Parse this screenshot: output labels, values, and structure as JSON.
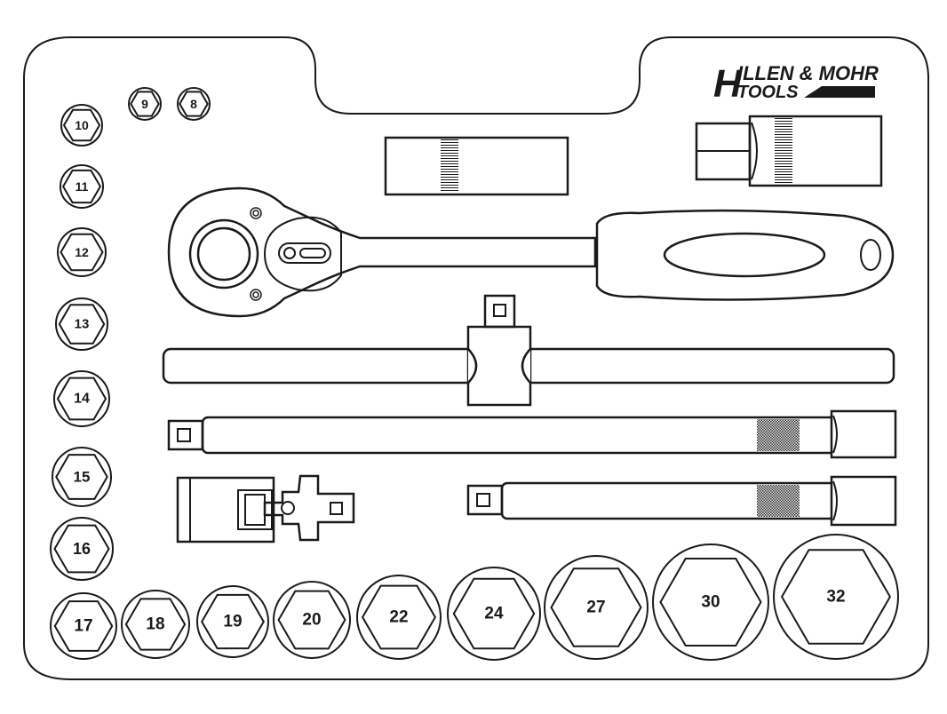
{
  "brand": {
    "initial": "H",
    "line1": "ILLEN & MOHR",
    "line2": "TOOLS"
  },
  "sockets": [
    {
      "label": "9"
    },
    {
      "label": "8"
    },
    {
      "label": "10"
    },
    {
      "label": "11"
    },
    {
      "label": "12"
    },
    {
      "label": "13"
    },
    {
      "label": "14"
    },
    {
      "label": "15"
    },
    {
      "label": "16"
    },
    {
      "label": "17"
    },
    {
      "label": "18"
    },
    {
      "label": "19"
    },
    {
      "label": "20"
    },
    {
      "label": "22"
    },
    {
      "label": "24"
    },
    {
      "label": "27"
    },
    {
      "label": "30"
    },
    {
      "label": "32"
    }
  ],
  "colors": {
    "stroke": "#1a1a1a",
    "background": "#ffffff"
  }
}
